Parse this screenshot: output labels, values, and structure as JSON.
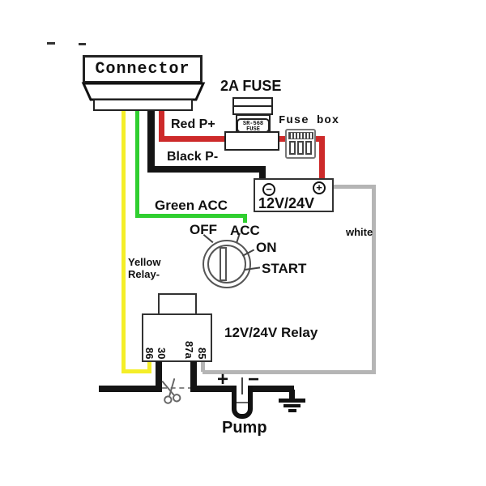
{
  "connector": {
    "label": "Connector"
  },
  "fuse": {
    "title": "2A FUSE",
    "holder_label_line1": "SR-568",
    "holder_label_line2": "FUSE"
  },
  "fusebox": {
    "label": "Fuse box"
  },
  "wire_labels": {
    "red": "Red P+",
    "black": "Black P-",
    "green": "Green ACC",
    "yellow_line1": "Yellow",
    "yellow_line2": "Relay-",
    "white": "white"
  },
  "battery": {
    "label": "12V/24V",
    "minus_symbol": "−",
    "plus_symbol": "+"
  },
  "ignition_switch": {
    "positions": [
      "OFF",
      "ACC",
      "ON",
      "START"
    ]
  },
  "relay": {
    "label": "12V/24V Relay",
    "pins": [
      "86",
      "30",
      "87a",
      "85"
    ]
  },
  "pump": {
    "label": "Pump",
    "plus_symbol": "+",
    "minus_symbol": "−"
  },
  "colors": {
    "red_wire": "#cd2a2a",
    "black_wire": "#141414",
    "green_wire": "#30cf30",
    "yellow_wire": "#f4ee28",
    "white_wire": "#b5b5b5"
  }
}
